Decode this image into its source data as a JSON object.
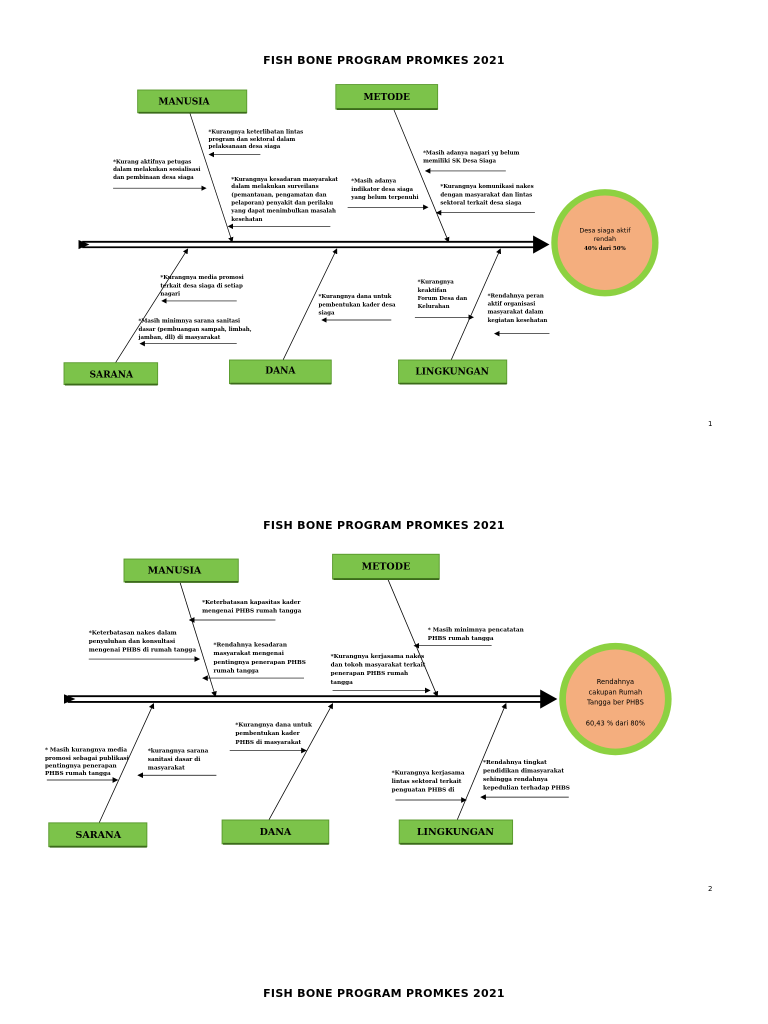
{
  "pages": [
    {
      "title": "FISH BONE PROGRAM PROMKES 2021",
      "number": "1",
      "categories": {
        "manusia": "MANUSIA",
        "metode": "METODE",
        "sarana": "SARANA",
        "dana": "DANA",
        "lingkungan": "LINGKUNGAN"
      },
      "effect": [
        "Desa siaga aktif",
        "rendah",
        "40%  dari 50%"
      ],
      "notes": {
        "m1": [
          "*Kurangnya keterlibatan lintas",
          "program dan sektoral dalam",
          "pelaksanaan desa siaga"
        ],
        "m2": [
          "*Kurang aktifnya petugas",
          "dalam melakukan sosialisasi",
          "dan pembinaan desa siaga"
        ],
        "m3": [
          "*Kurangnya kesadaran masyarakat",
          "dalam melakukan surveilans",
          "(pemantauan, pengamatan dan",
          "pelaporan) penyakit dan perilaku",
          "yang dapat menimbulkan masalah",
          "kesehatan"
        ],
        "t1": [
          "*Masih adanya nagari yg belum",
          "memiliki SK Desa Siaga"
        ],
        "t2": [
          "*Masih adanya",
          "indikator desa siaga",
          "yang belum terpenuhi"
        ],
        "t3": [
          "*Kurangnya komunikasi nakes",
          "dengan masyarakat dan lintas",
          "sektoral terkait desa siaga"
        ],
        "s1": [
          "*Kurangnya media promosi",
          "terkait desa siaga di setiap",
          "nagari"
        ],
        "s2": [
          "*Masih minimnya sarana sanitasi",
          "dasar  (pembuangan sampah, limbah,",
          "jamban, dll) di masyarakat"
        ],
        "d1": [
          "*Kurangnya dana untuk",
          "pembentukan kader desa",
          "siaga"
        ],
        "l1": [
          "*Kurangnya",
          "keaktifan",
          "Forum Desa dan",
          "Kelurahan"
        ],
        "l2": [
          "*Rendahnya peran",
          "aktif  organisasi",
          "masyarakat dalam",
          "kegiatan kesehatan"
        ]
      }
    },
    {
      "title": "FISH BONE PROGRAM PROMKES 2021",
      "number": "2",
      "categories": {
        "manusia": "MANUSIA",
        "metode": "METODE",
        "sarana": "SARANA",
        "dana": "DANA",
        "lingkungan": "LINGKUNGAN"
      },
      "effect": [
        "Rendahnya",
        "cakupan Rumah",
        "Tangga ber PHBS",
        "60,43 % dari 80%"
      ],
      "notes": {
        "m1": [
          "*Keterbatasan kapasitas  kader",
          "mengenai PHBS rumah tangga"
        ],
        "m2": [
          "*Keterbatasan nakes dalam",
          "penyuluhan dan konsultasi",
          "mengenai PHBS di rumah tangga"
        ],
        "m3": [
          "*Rendahnya kesadaran",
          "masyarakat mengenai",
          "pentingnya penerapan PHBS",
          "rumah tangga"
        ],
        "t1": [
          "* Masih minimnya pencatatan",
          "PHBS rumah tangga"
        ],
        "t2": [
          "*Kurangnya kerjasama  nakes",
          "dan tokoh masyarakat terkait",
          "penerapan PHBS rumah",
          "tangga"
        ],
        "s1": [
          "* Masih kurangnya media",
          "promosi sebagai publikasi",
          "pentingnya penerapan",
          "PHBS rumah tangga"
        ],
        "s2": [
          "*kurangnya sarana",
          "sanitasi dasar di",
          "masyarakat"
        ],
        "d1": [
          "*Kurangnya dana untuk",
          "pembentukan kader",
          "PHBS di masyarakat"
        ],
        "l1": [
          "*Kurangnya kerjasama",
          "lintas sektoral terkait",
          "penguatan PHBS di"
        ],
        "l2": [
          "*Rendahnya tingkat",
          "pendidikan dimasyarakat",
          "sehingga rendahnya",
          "kepedulian terhadap PHBS"
        ]
      }
    },
    {
      "title": "FISH BONE PROGRAM PROMKES 2021"
    }
  ]
}
